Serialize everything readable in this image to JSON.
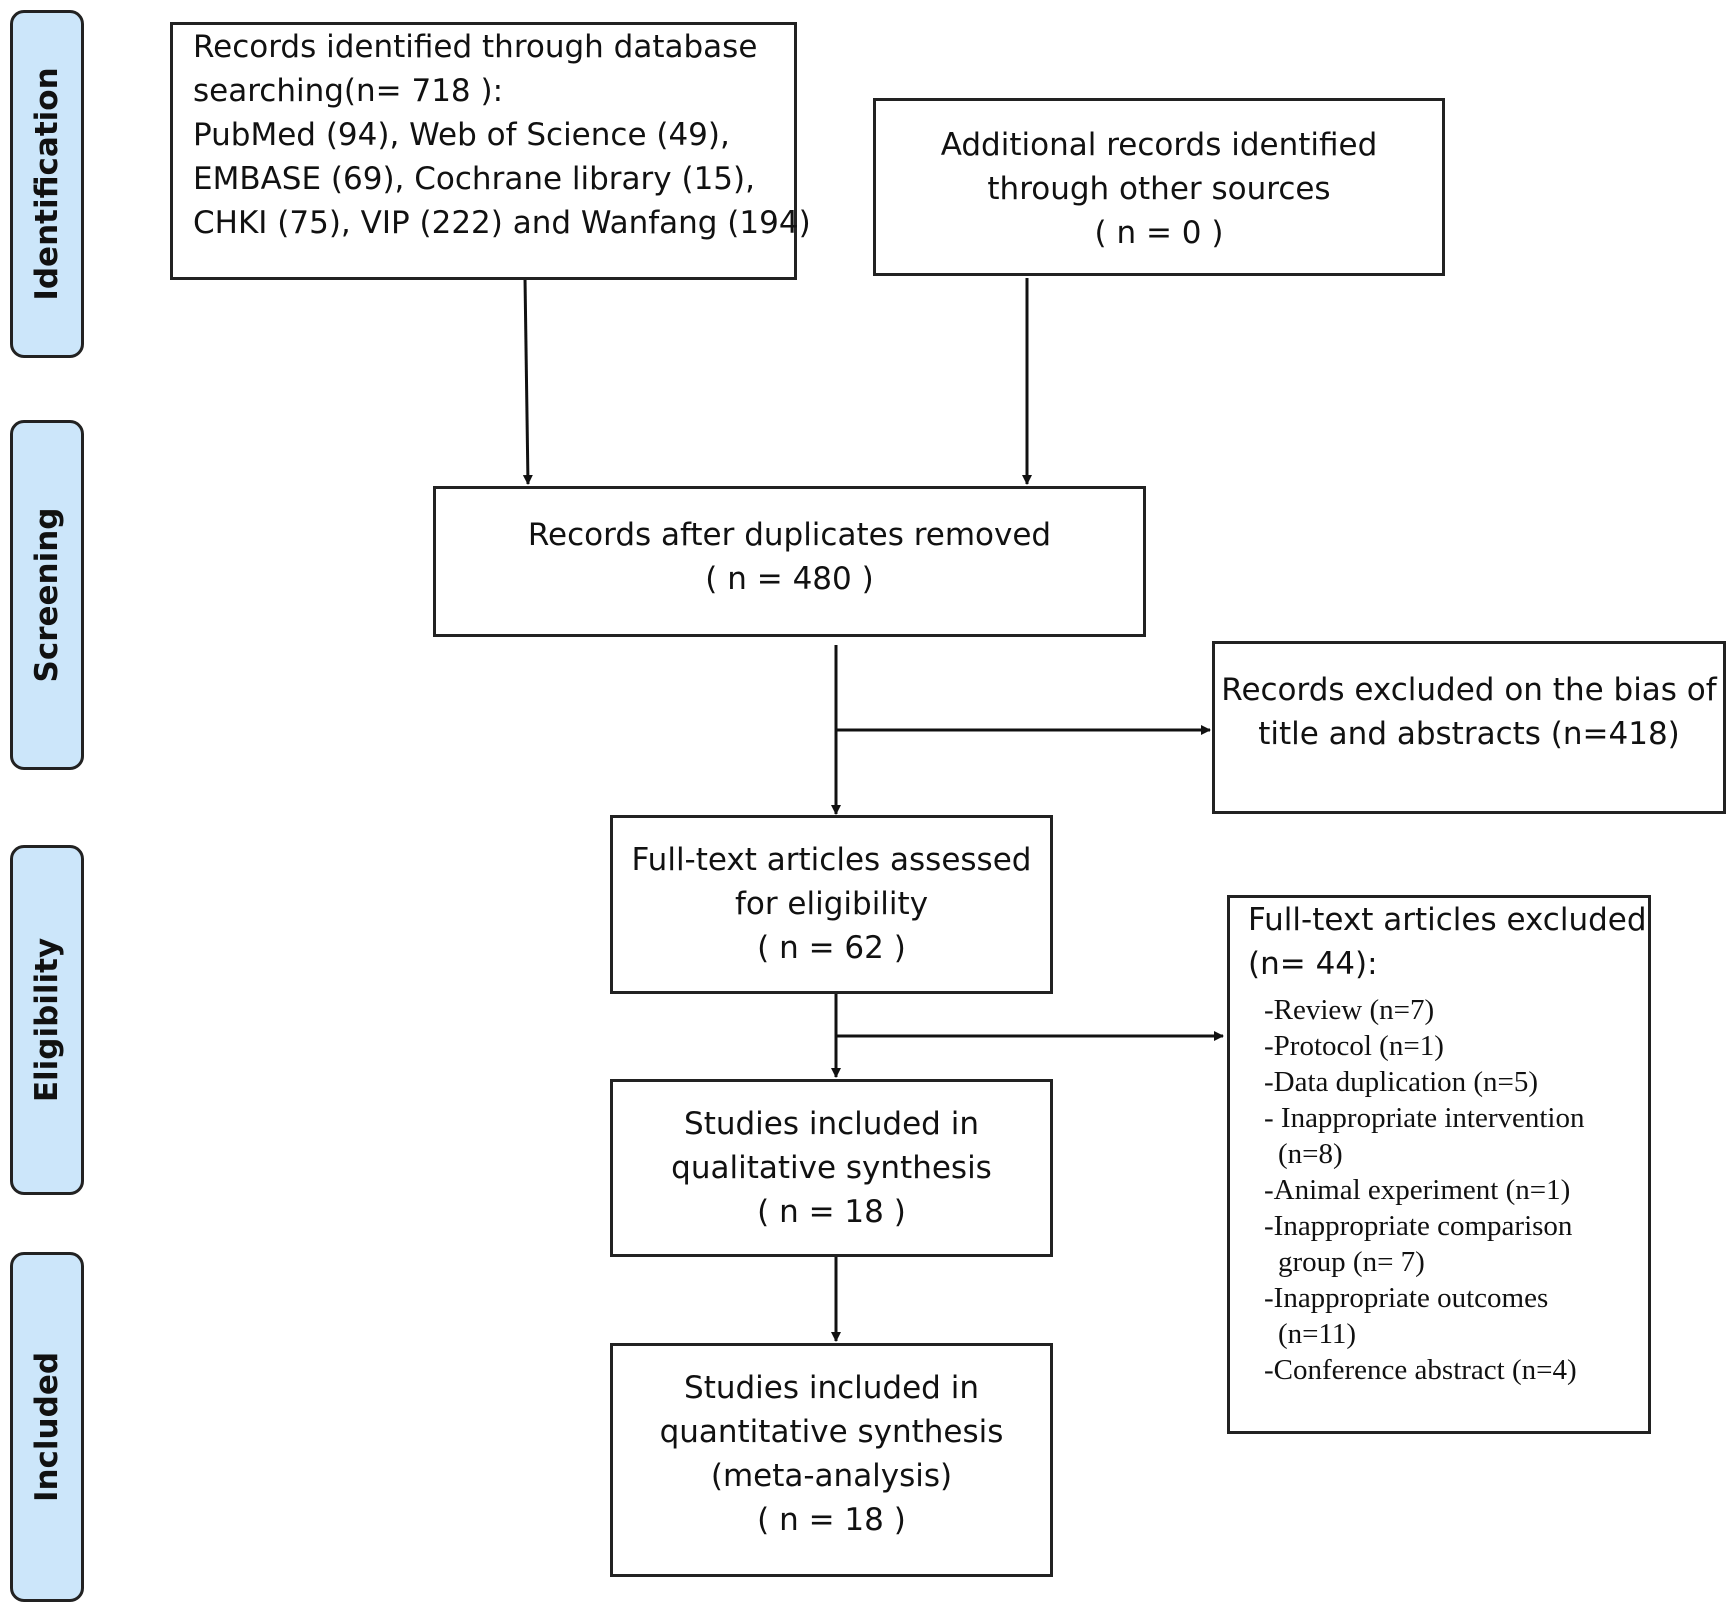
{
  "phases": {
    "identification": "Identification",
    "screening": "Screening",
    "eligibility": "Eligibility",
    "included": "Included"
  },
  "boxes": {
    "records_identified": {
      "lines": [
        "Records identified through database",
        "searching(n=  718 ):",
        "PubMed (94), Web of Science (49),",
        "EMBASE (69), Cochrane library (15),",
        "CHKI (75), VIP (222) and Wanfang (194)"
      ]
    },
    "additional_records": {
      "lines": [
        "Additional records identified",
        "through other sources",
        "( n = 0 )"
      ]
    },
    "after_duplicates": {
      "lines": [
        "Records after duplicates removed",
        "( n = 480 )"
      ]
    },
    "excluded_title_abstract": {
      "lines": [
        "Records excluded on the bias of",
        "title and abstracts (n=418)"
      ]
    },
    "fulltext_assessed": {
      "lines": [
        "Full-text articles assessed",
        "for eligibility",
        "( n = 62 )"
      ]
    },
    "fulltext_excluded": {
      "header_lines": [
        "Full-text articles excluded",
        "(n= 44):"
      ],
      "reasons": [
        "-Review (n=7)",
        "-Protocol (n=1)",
        "-Data duplication (n=5)",
        "- Inappropriate intervention",
        " (n=8)",
        "-Animal experiment (n=1)",
        "-Inappropriate comparison",
        " group (n= 7)",
        "-Inappropriate outcomes",
        " (n=11)",
        "-Conference abstract (n=4)"
      ]
    },
    "qualitative": {
      "lines": [
        "Studies included in",
        "qualitative synthesis",
        "( n = 18 )"
      ]
    },
    "quantitative": {
      "lines": [
        "Studies included in",
        "quantitative synthesis",
        "(meta-analysis)",
        "( n = 18 )"
      ]
    }
  }
}
